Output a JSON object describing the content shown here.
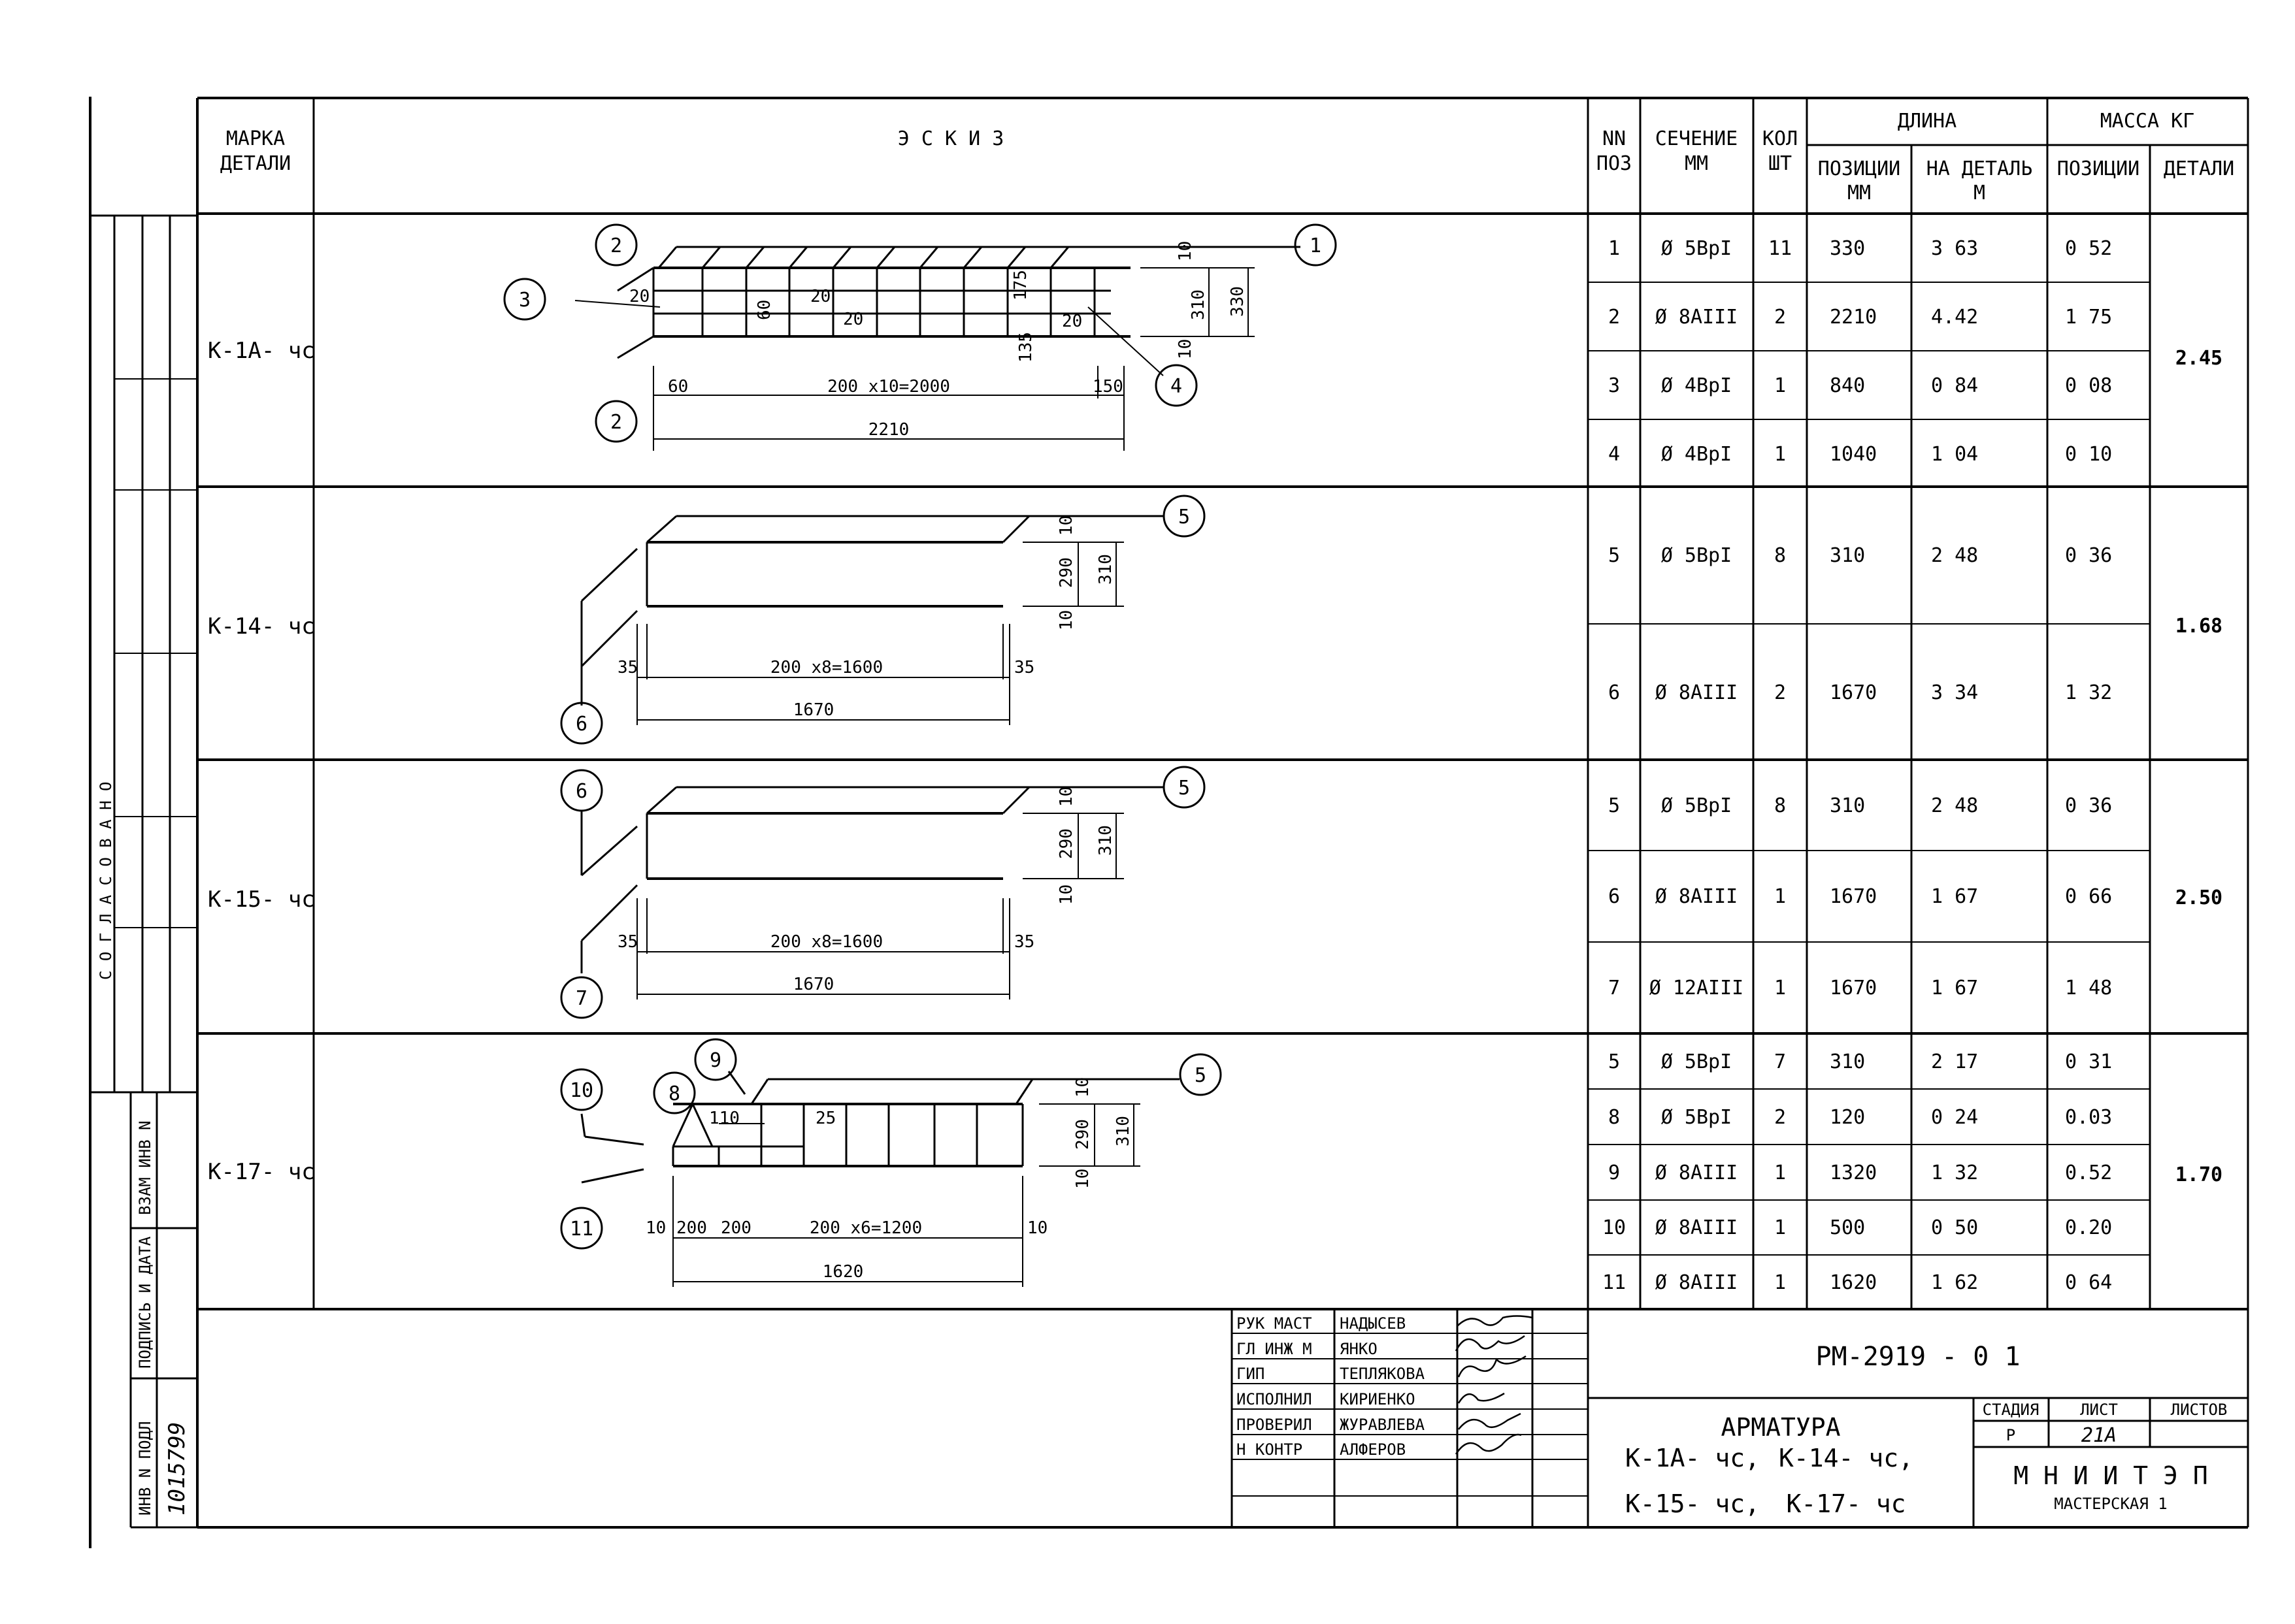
{
  "header": {
    "mark_col": [
      "МАРКА",
      "ДЕТАЛИ"
    ],
    "sketch_col": "Э С К И З",
    "pos_col": [
      "NN",
      "ПОЗ"
    ],
    "section_col": [
      "СЕЧЕНИЕ",
      "ММ"
    ],
    "qty_col": [
      "КОЛ",
      "ШТ"
    ],
    "length_col": "ДЛИНА",
    "length_pos": [
      "ПОЗИЦИИ",
      "ММ"
    ],
    "length_det": [
      "НА ДЕТАЛЬ",
      "М"
    ],
    "mass_col": "МАССА КГ",
    "mass_pos": "ПОЗИЦИИ",
    "mass_det": "ДЕТАЛИ"
  },
  "rows": [
    {
      "pos": "1",
      "section": "Ø 5BpI",
      "qty": "11",
      "len_pos": "330",
      "len_det": "3 63",
      "mass_pos": "0 52"
    },
    {
      "pos": "2",
      "section": "Ø 8AIII",
      "qty": "2",
      "len_pos": "2210",
      "len_det": "4.42",
      "mass_pos": "1 75"
    },
    {
      "pos": "3",
      "section": "Ø 4BpI",
      "qty": "1",
      "len_pos": "840",
      "len_det": "0 84",
      "mass_pos": "0 08"
    },
    {
      "pos": "4",
      "section": "Ø 4BpI",
      "qty": "1",
      "len_pos": "1040",
      "len_det": "1 04",
      "mass_pos": "0 10"
    },
    {
      "pos": "5",
      "section": "Ø 5BpI",
      "qty": "8",
      "len_pos": "310",
      "len_det": "2 48",
      "mass_pos": "0 36"
    },
    {
      "pos": "6",
      "section": "Ø 8AIII",
      "qty": "2",
      "len_pos": "1670",
      "len_det": "3 34",
      "mass_pos": "1 32"
    },
    {
      "pos": "5",
      "section": "Ø 5BpI",
      "qty": "8",
      "len_pos": "310",
      "len_det": "2 48",
      "mass_pos": "0 36"
    },
    {
      "pos": "6",
      "section": "Ø 8AIII",
      "qty": "1",
      "len_pos": "1670",
      "len_det": "1 67",
      "mass_pos": "0 66"
    },
    {
      "pos": "7",
      "section": "Ø 12AIII",
      "qty": "1",
      "len_pos": "1670",
      "len_det": "1 67",
      "mass_pos": "1 48"
    },
    {
      "pos": "5",
      "section": "Ø 5BpI",
      "qty": "7",
      "len_pos": "310",
      "len_det": "2 17",
      "mass_pos": "0 31"
    },
    {
      "pos": "8",
      "section": "Ø 5BpI",
      "qty": "2",
      "len_pos": "120",
      "len_det": "0 24",
      "mass_pos": "0.03"
    },
    {
      "pos": "9",
      "section": "Ø 8AIII",
      "qty": "1",
      "len_pos": "1320",
      "len_det": "1 32",
      "mass_pos": "0.52"
    },
    {
      "pos": "10",
      "section": "Ø 8AIII",
      "qty": "1",
      "len_pos": "500",
      "len_det": "0 50",
      "mass_pos": "0.20"
    },
    {
      "pos": "11",
      "section": "Ø 8AIII",
      "qty": "1",
      "len_pos": "1620",
      "len_det": "1 62",
      "mass_pos": "0 64"
    }
  ],
  "details": [
    {
      "mark": "К-1А- чс",
      "mass": "2.45"
    },
    {
      "mark": "К-14- чс",
      "mass": "1.68"
    },
    {
      "mark": "К-15- чс",
      "mass": "2.50"
    },
    {
      "mark": "К-17- чс",
      "mass": "1.70"
    }
  ],
  "sketch1": {
    "callouts": [
      "1",
      "2",
      "2",
      "3",
      "4"
    ],
    "dims": {
      "a": "20",
      "b": "20",
      "c": "20",
      "d": "20",
      "e": "60",
      "f": "175",
      "g": "135",
      "h": "10",
      "i": "10",
      "j": "310",
      "k": "330",
      "l": "60",
      "m": "200 x10=2000",
      "n": "150",
      "o": "2210"
    }
  },
  "sketch2": {
    "callouts": [
      "5",
      "6"
    ],
    "dims": {
      "a": "10",
      "b": "290",
      "c": "10",
      "d": "310",
      "e": "35",
      "f": "200 x8=1600",
      "g": "35",
      "h": "1670"
    }
  },
  "sketch3": {
    "callouts": [
      "6",
      "5",
      "7"
    ],
    "dims": {
      "a": "10",
      "b": "290",
      "c": "10",
      "d": "310",
      "e": "35",
      "f": "200 x8=1600",
      "g": "35",
      "h": "1670"
    }
  },
  "sketch4": {
    "callouts": [
      "9",
      "10",
      "8",
      "5",
      "11"
    ],
    "dims": {
      "a": "110",
      "b": "25",
      "c": "10",
      "d": "290",
      "e": "10",
      "f": "310",
      "g": "10",
      "h": "200",
      "i": "200",
      "j": "200 x6=1200",
      "k": "10",
      "l": "1620"
    }
  },
  "side": {
    "agreed": "С О Г Л А С О В А Н О",
    "vzam": "ВЗАМ ИНВ N",
    "podpis": "ПОДПИСЬ И ДАТА",
    "inv": "ИНВ N ПОДЛ",
    "inv_value": "1015799"
  },
  "stamp": {
    "roles": [
      {
        "role": "РУК МАСТ",
        "name": "НАДЫСЕВ"
      },
      {
        "role": "ГЛ ИНЖ М",
        "name": "ЯНКО"
      },
      {
        "role": "ГИП",
        "name": "ТЕПЛЯКОВА"
      },
      {
        "role": "ИСПОЛНИЛ",
        "name": "КИРИЕНКО"
      },
      {
        "role": "ПРОВЕРИЛ",
        "name": "ЖУРАВЛЕВА"
      },
      {
        "role": "Н КОНТР",
        "name": "АЛФЕРОВ"
      }
    ],
    "code": "РМ-2919 - 0 1",
    "title": "АРМАТУРА",
    "subtitle1a": "К-1А- чс,",
    "subtitle1b": "К-14- чс,",
    "subtitle2a": "К-15- чс,",
    "subtitle2b": "К-17- чс",
    "stage_h": "СТАДИЯ",
    "sheet_h": "ЛИСТ",
    "sheets_h": "ЛИСТОВ",
    "stage": "Р",
    "sheet": "21А",
    "org": "М Н И И Т Э П",
    "dept": "МАСТЕРСКАЯ 1"
  }
}
